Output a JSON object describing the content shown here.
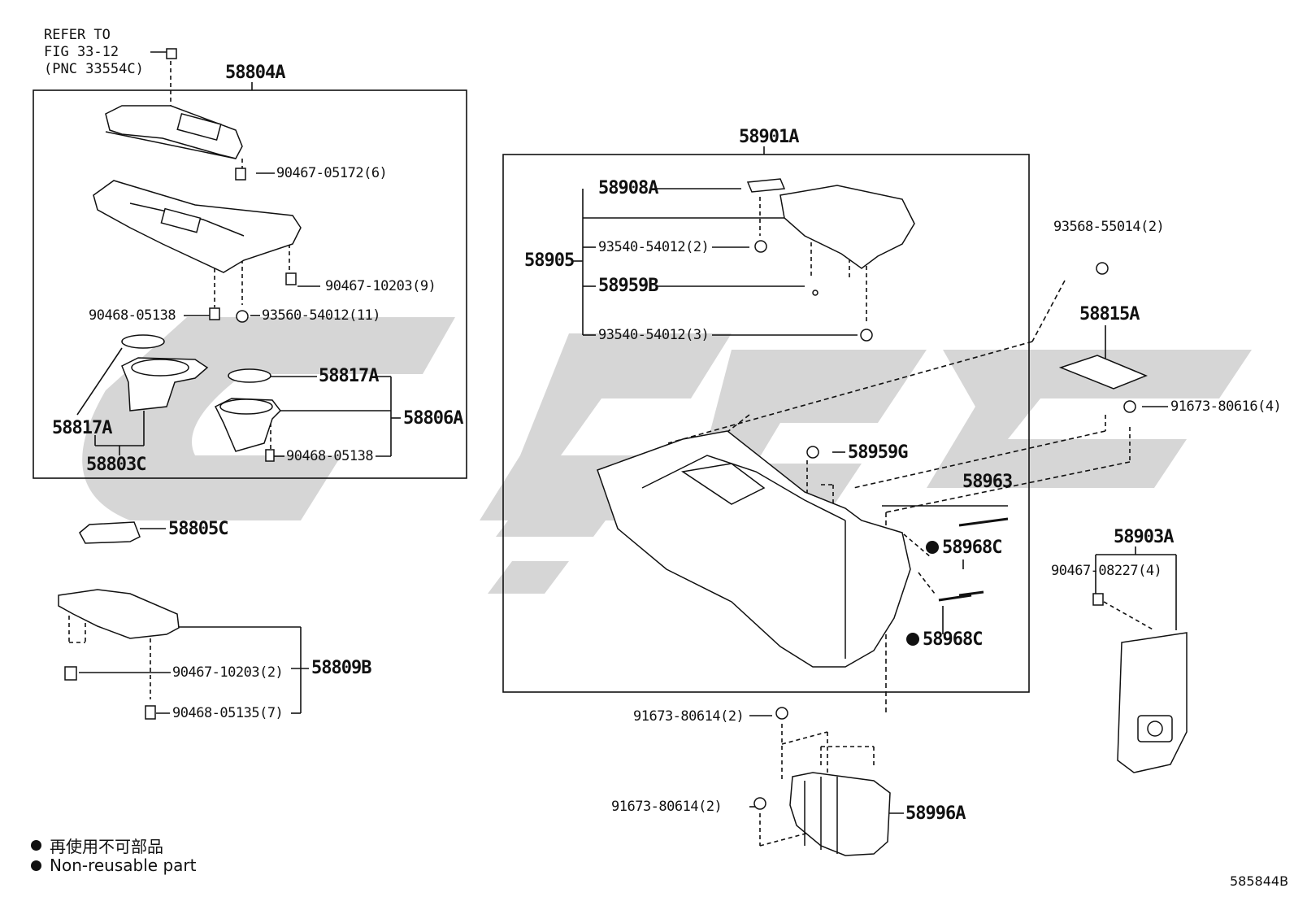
{
  "refer": {
    "line1": "REFER TO",
    "line2": "FIG 33-12",
    "line3": "(PNC 33554C)"
  },
  "labels": {
    "p58804A": "58804A",
    "p90467_05172": "90467-05172(6)",
    "p90467_10203_9": "90467-10203(9)",
    "p90468_05138_a": "90468-05138",
    "p93560_54012": "93560-54012(11)",
    "p58817A_right": "58817A",
    "p58817A_left": "58817A",
    "p58806A": "58806A",
    "p58803C": "58803C",
    "p90468_05138_b": "90468-05138",
    "p58805C": "58805C",
    "p90467_10203_2": "90467-10203(2)",
    "p58809B": "58809B",
    "p90468_05135": "90468-05135(7)",
    "p58901A": "58901A",
    "p58908A": "58908A",
    "p93540_54012_2": "93540-54012(2)",
    "p58905": "58905",
    "p58959B": "58959B",
    "p93540_54012_3": "93540-54012(3)",
    "p58959G": "58959G",
    "p58963": "58963",
    "p58968C_a": "58968C",
    "p58968C_b": "58968C",
    "p93568_55014": "93568-55014(2)",
    "p58815A": "58815A",
    "p91673_80616": "91673-80616(4)",
    "p58903A": "58903A",
    "p90467_08227": "90467-08227(4)",
    "p91673_80614_a": "91673-80614(2)",
    "p91673_80614_b": "91673-80614(2)",
    "p58996A": "58996A"
  },
  "legend": {
    "zh": "再使用不可部品",
    "en": "Non-reusable part"
  },
  "figure_number": "585844B",
  "colors": {
    "line": "#111111",
    "watermark": "#c8c8c8"
  }
}
